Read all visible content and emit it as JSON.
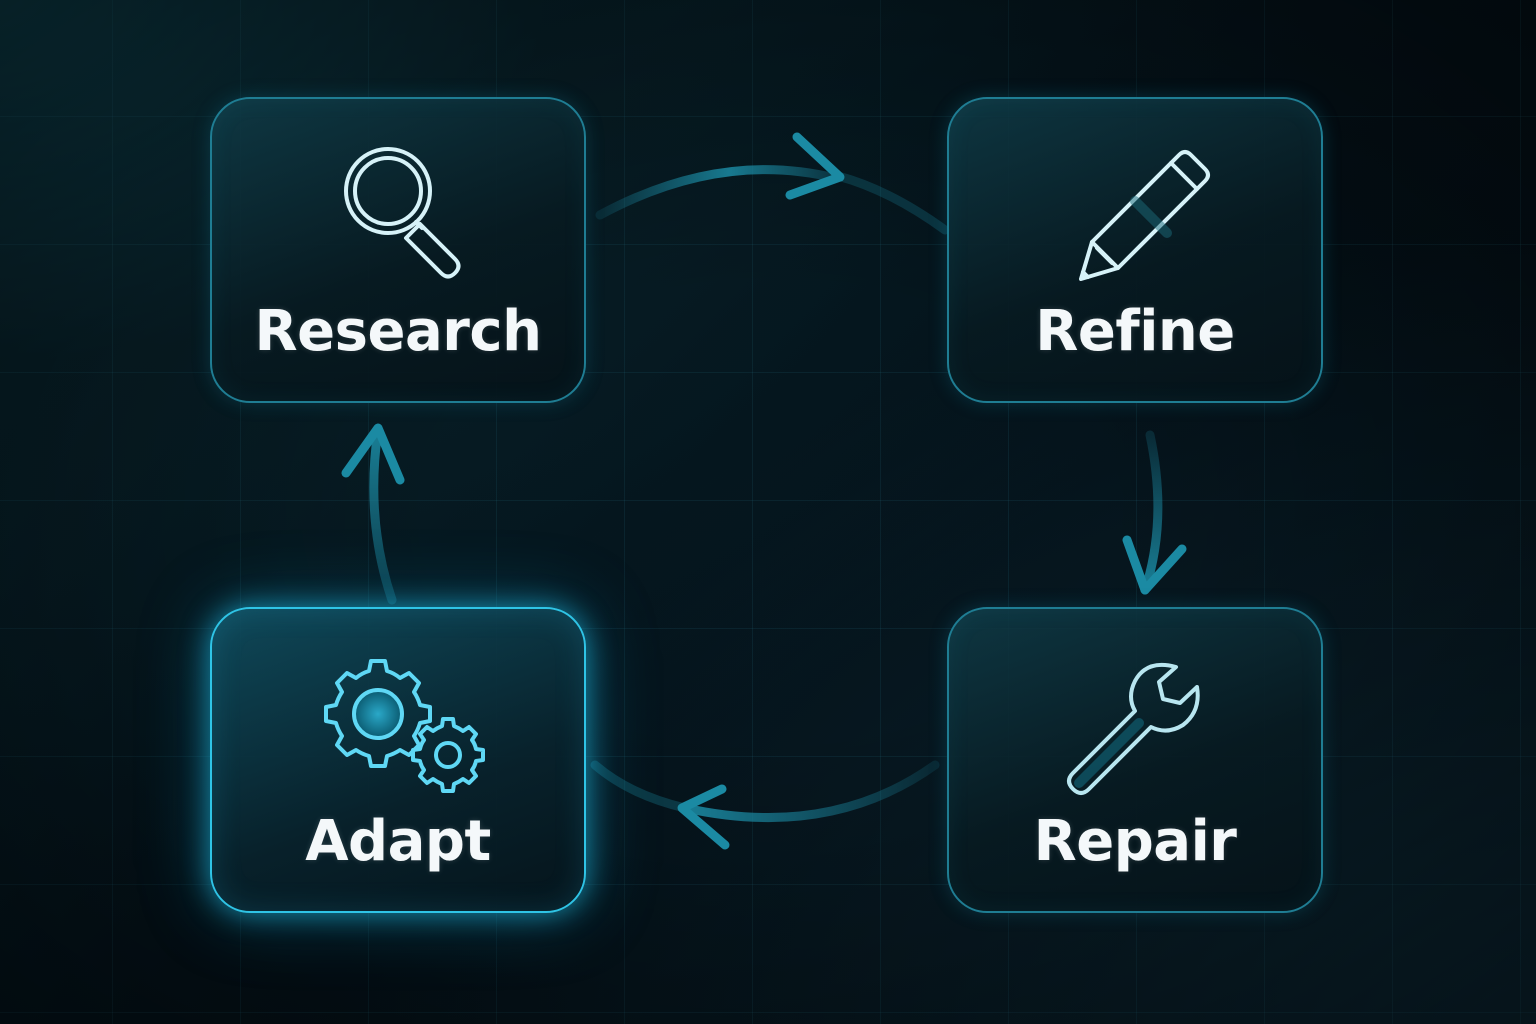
{
  "diagram": {
    "steps": [
      {
        "id": "research",
        "label": "Research",
        "icon": "magnifying-glass-icon"
      },
      {
        "id": "refine",
        "label": "Refine",
        "icon": "pencil-icon"
      },
      {
        "id": "repair",
        "label": "Repair",
        "icon": "wrench-icon"
      },
      {
        "id": "adapt",
        "label": "Adapt",
        "icon": "gears-icon",
        "highlighted": true
      }
    ],
    "flow": "clockwise cycle: Research → Refine → Repair → Adapt → Research",
    "colors": {
      "background": "#061219",
      "card_border": "#1f7d93",
      "active_border": "#2fc4e6",
      "arrow": "#1b8aa3",
      "label_text": "#f4f8fa",
      "icon_stroke": "#cfeff6"
    }
  }
}
